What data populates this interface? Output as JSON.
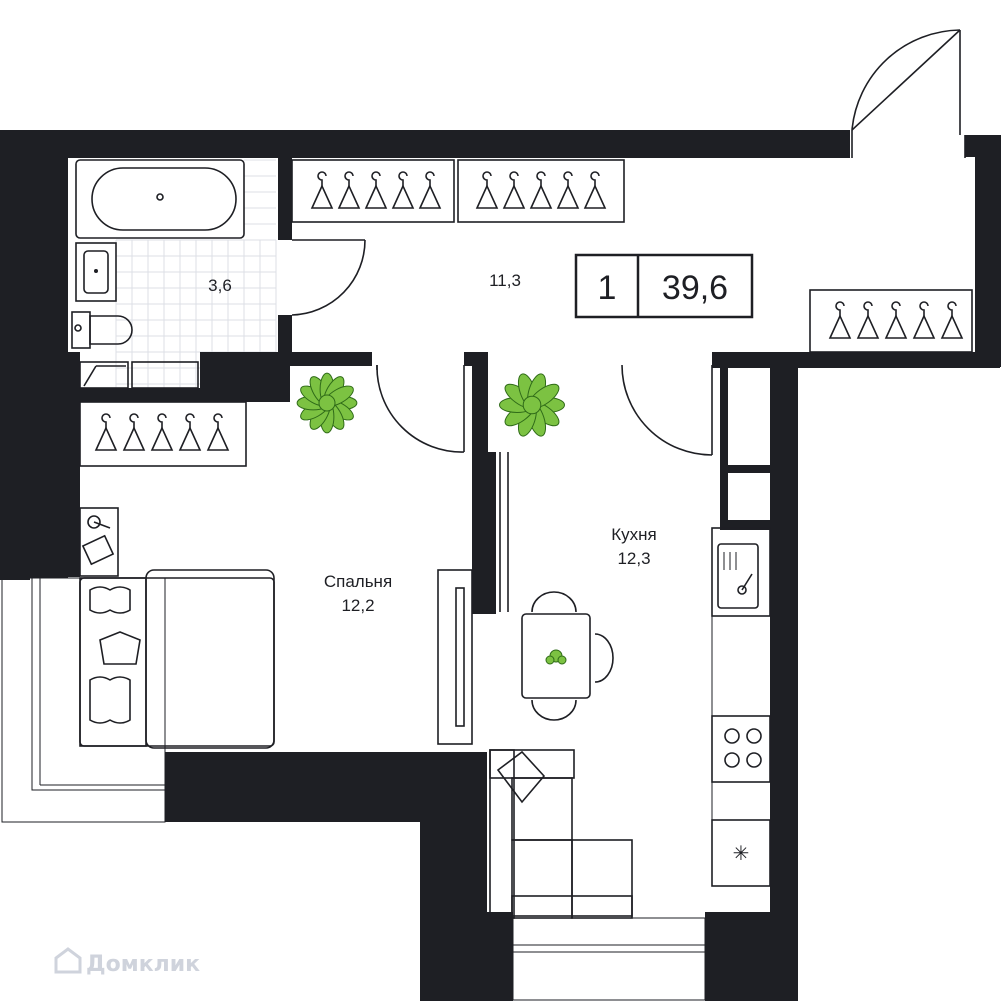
{
  "badge": {
    "rooms": "1",
    "area": "39,6"
  },
  "rooms": {
    "bathroom": {
      "area": "3,6"
    },
    "hallway": {
      "area": "11,3"
    },
    "bedroom": {
      "name": "Спальня",
      "area": "12,2"
    },
    "kitchen": {
      "name": "Кухня",
      "area": "12,3"
    }
  },
  "watermark": {
    "text": "Домклик"
  },
  "colors": {
    "wall": "#1e1f24",
    "plant": "#7cc242",
    "tile": "#dcdfe6"
  }
}
